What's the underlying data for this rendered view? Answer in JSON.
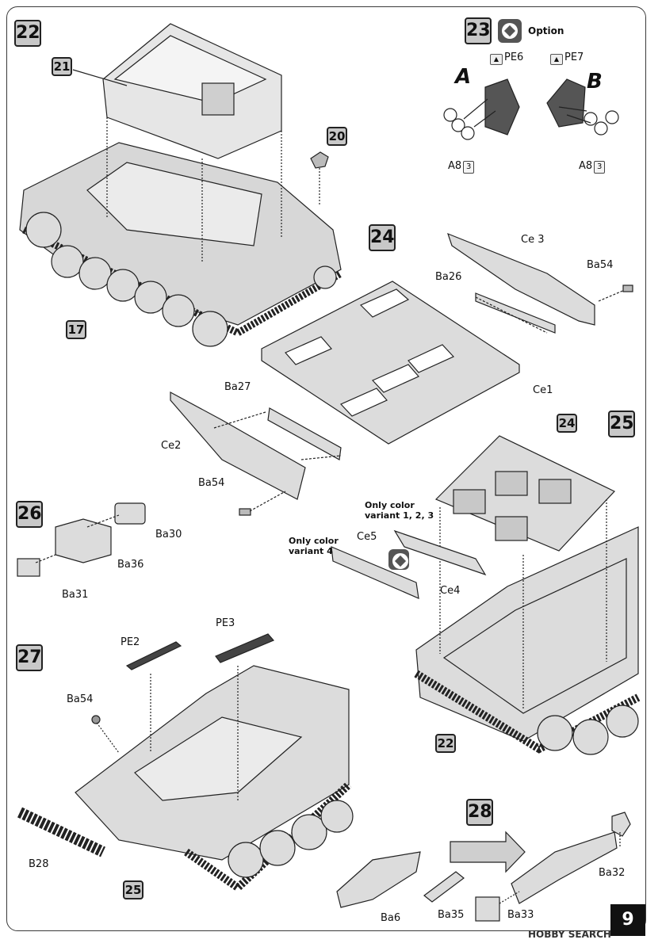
{
  "page": {
    "number": "9",
    "watermark": "HOBBY SEARCH"
  },
  "steps": {
    "s22": "22",
    "s23": "23",
    "s24": "24",
    "s25": "25",
    "s26": "26",
    "s27": "27",
    "s28": "28",
    "ref21": "21",
    "ref20": "20",
    "ref17": "17",
    "ref24": "24",
    "ref22": "22",
    "ref25": "25"
  },
  "option": {
    "label": "Option",
    "variant_a": "A",
    "variant_b": "B"
  },
  "labels": {
    "pe6": "PE6",
    "pe7": "PE7",
    "a8_left": "A8",
    "a8_right": "A8",
    "mult3": "3",
    "ce3": "Ce 3",
    "ba54_top": "Ba54",
    "ba26": "Ba26",
    "ce1": "Ce1",
    "ba27": "Ba27",
    "ce2": "Ce2",
    "ba54_mid": "Ba54",
    "ba30": "Ba30",
    "ba36": "Ba36",
    "ba31": "Ba31",
    "ce5": "Ce5",
    "ce4": "Ce4",
    "pe2": "PE2",
    "pe3": "PE3",
    "ba54_low": "Ba54",
    "b28": "B28",
    "ba32": "Ba32",
    "ba6": "Ba6",
    "ba35": "Ba35",
    "ba33": "Ba33"
  },
  "notes": {
    "variant123_line1": "Only color",
    "variant123_line2": "variant 1, 2, 3",
    "variant4_line1": "Only color",
    "variant4_line2": "variant 4"
  },
  "colors": {
    "ink": "#111111",
    "part_fill": "#dcdcdc",
    "step_fill": "#c8c8c8",
    "pe_fill": "#555555"
  }
}
